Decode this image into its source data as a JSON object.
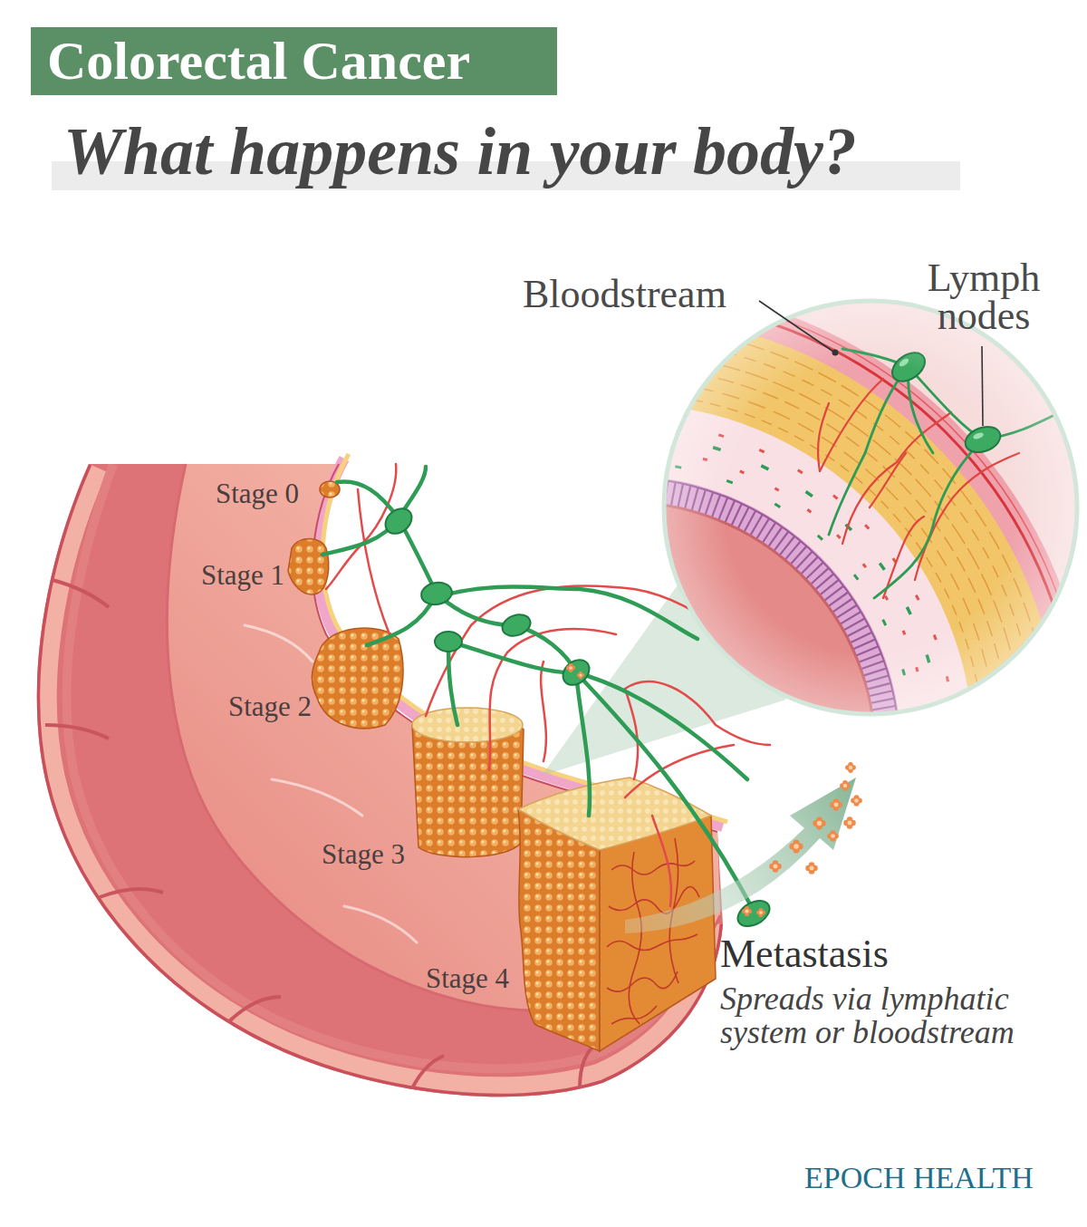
{
  "diagram": {
    "title": "Colorectal Cancer",
    "labels": [
      "What happens in your body?",
      "Bloodstream",
      "Lymph nodes",
      "Stage 0",
      "Stage 1",
      "Stage 2",
      "Stage 3",
      "Stage 4",
      "Metastasis",
      "Spreads via lymphatic system or bloodstream",
      "EPOCH HEALTH"
    ]
  }
}
